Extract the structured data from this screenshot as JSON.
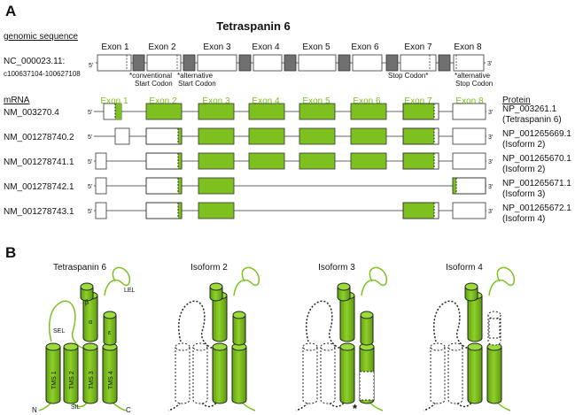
{
  "panel_a": {
    "letter": "A",
    "title": "Tetraspanin 6",
    "genomic_label": "genomic sequence",
    "nc_id": "NC_000023.11:",
    "nc_range": "c100637104-100627108",
    "exons": [
      "Exon 1",
      "Exon 2",
      "Exon 3",
      "Exon 4",
      "Exon 5",
      "Exon 6",
      "Exon 7",
      "Exon 8"
    ],
    "five_prime": "5'",
    "three_prime": "3'",
    "annotations": {
      "conv_start_1": "*conventional",
      "conv_start_2": "Start Codon",
      "alt_start_1": "*alternative",
      "alt_start_2": "Start Codon",
      "stop": "Stop Codon*",
      "alt_stop_1": "*alternative",
      "alt_stop_2": "Stop Codon"
    },
    "mrna_label": "mRNA",
    "protein_label": "Protein",
    "transcripts": [
      {
        "id": "NM_003270.4",
        "protein_1": "NP_003261.1",
        "protein_2": "(Tetraspanin 6)"
      },
      {
        "id": "NM_001278740.2",
        "protein_1": "NP_001265669.1",
        "protein_2": "(Isoform 2)"
      },
      {
        "id": "NM_001278741.1",
        "protein_1": "NP_001265670.1",
        "protein_2": "(Isoform 2)"
      },
      {
        "id": "NM_001278742.1",
        "protein_1": "NP_001265671.1",
        "protein_2": "(Isoform 3)"
      },
      {
        "id": "NM_001278743.1",
        "protein_1": "NP_001265672.1",
        "protein_2": "(Isoform 4)"
      }
    ]
  },
  "panel_b": {
    "letter": "B",
    "titles": [
      "Tetraspanin 6",
      "Isoform 2",
      "Isoform 3",
      "Isoform 4"
    ],
    "tms": [
      "TMS 1",
      "TMS 2",
      "TMS 3",
      "TMS 4"
    ],
    "sel": "SEL",
    "sil": "SIL",
    "lel": "LEL",
    "helix_beta": "β",
    "helix_alpha": "α",
    "helix_epsilon": "ε",
    "n_term": "N",
    "c_term": "C",
    "asterisk": "*"
  },
  "colors": {
    "green": "#7dc01f",
    "grey": "#707070",
    "text": "#111111",
    "green_text": "#7dc01f"
  }
}
